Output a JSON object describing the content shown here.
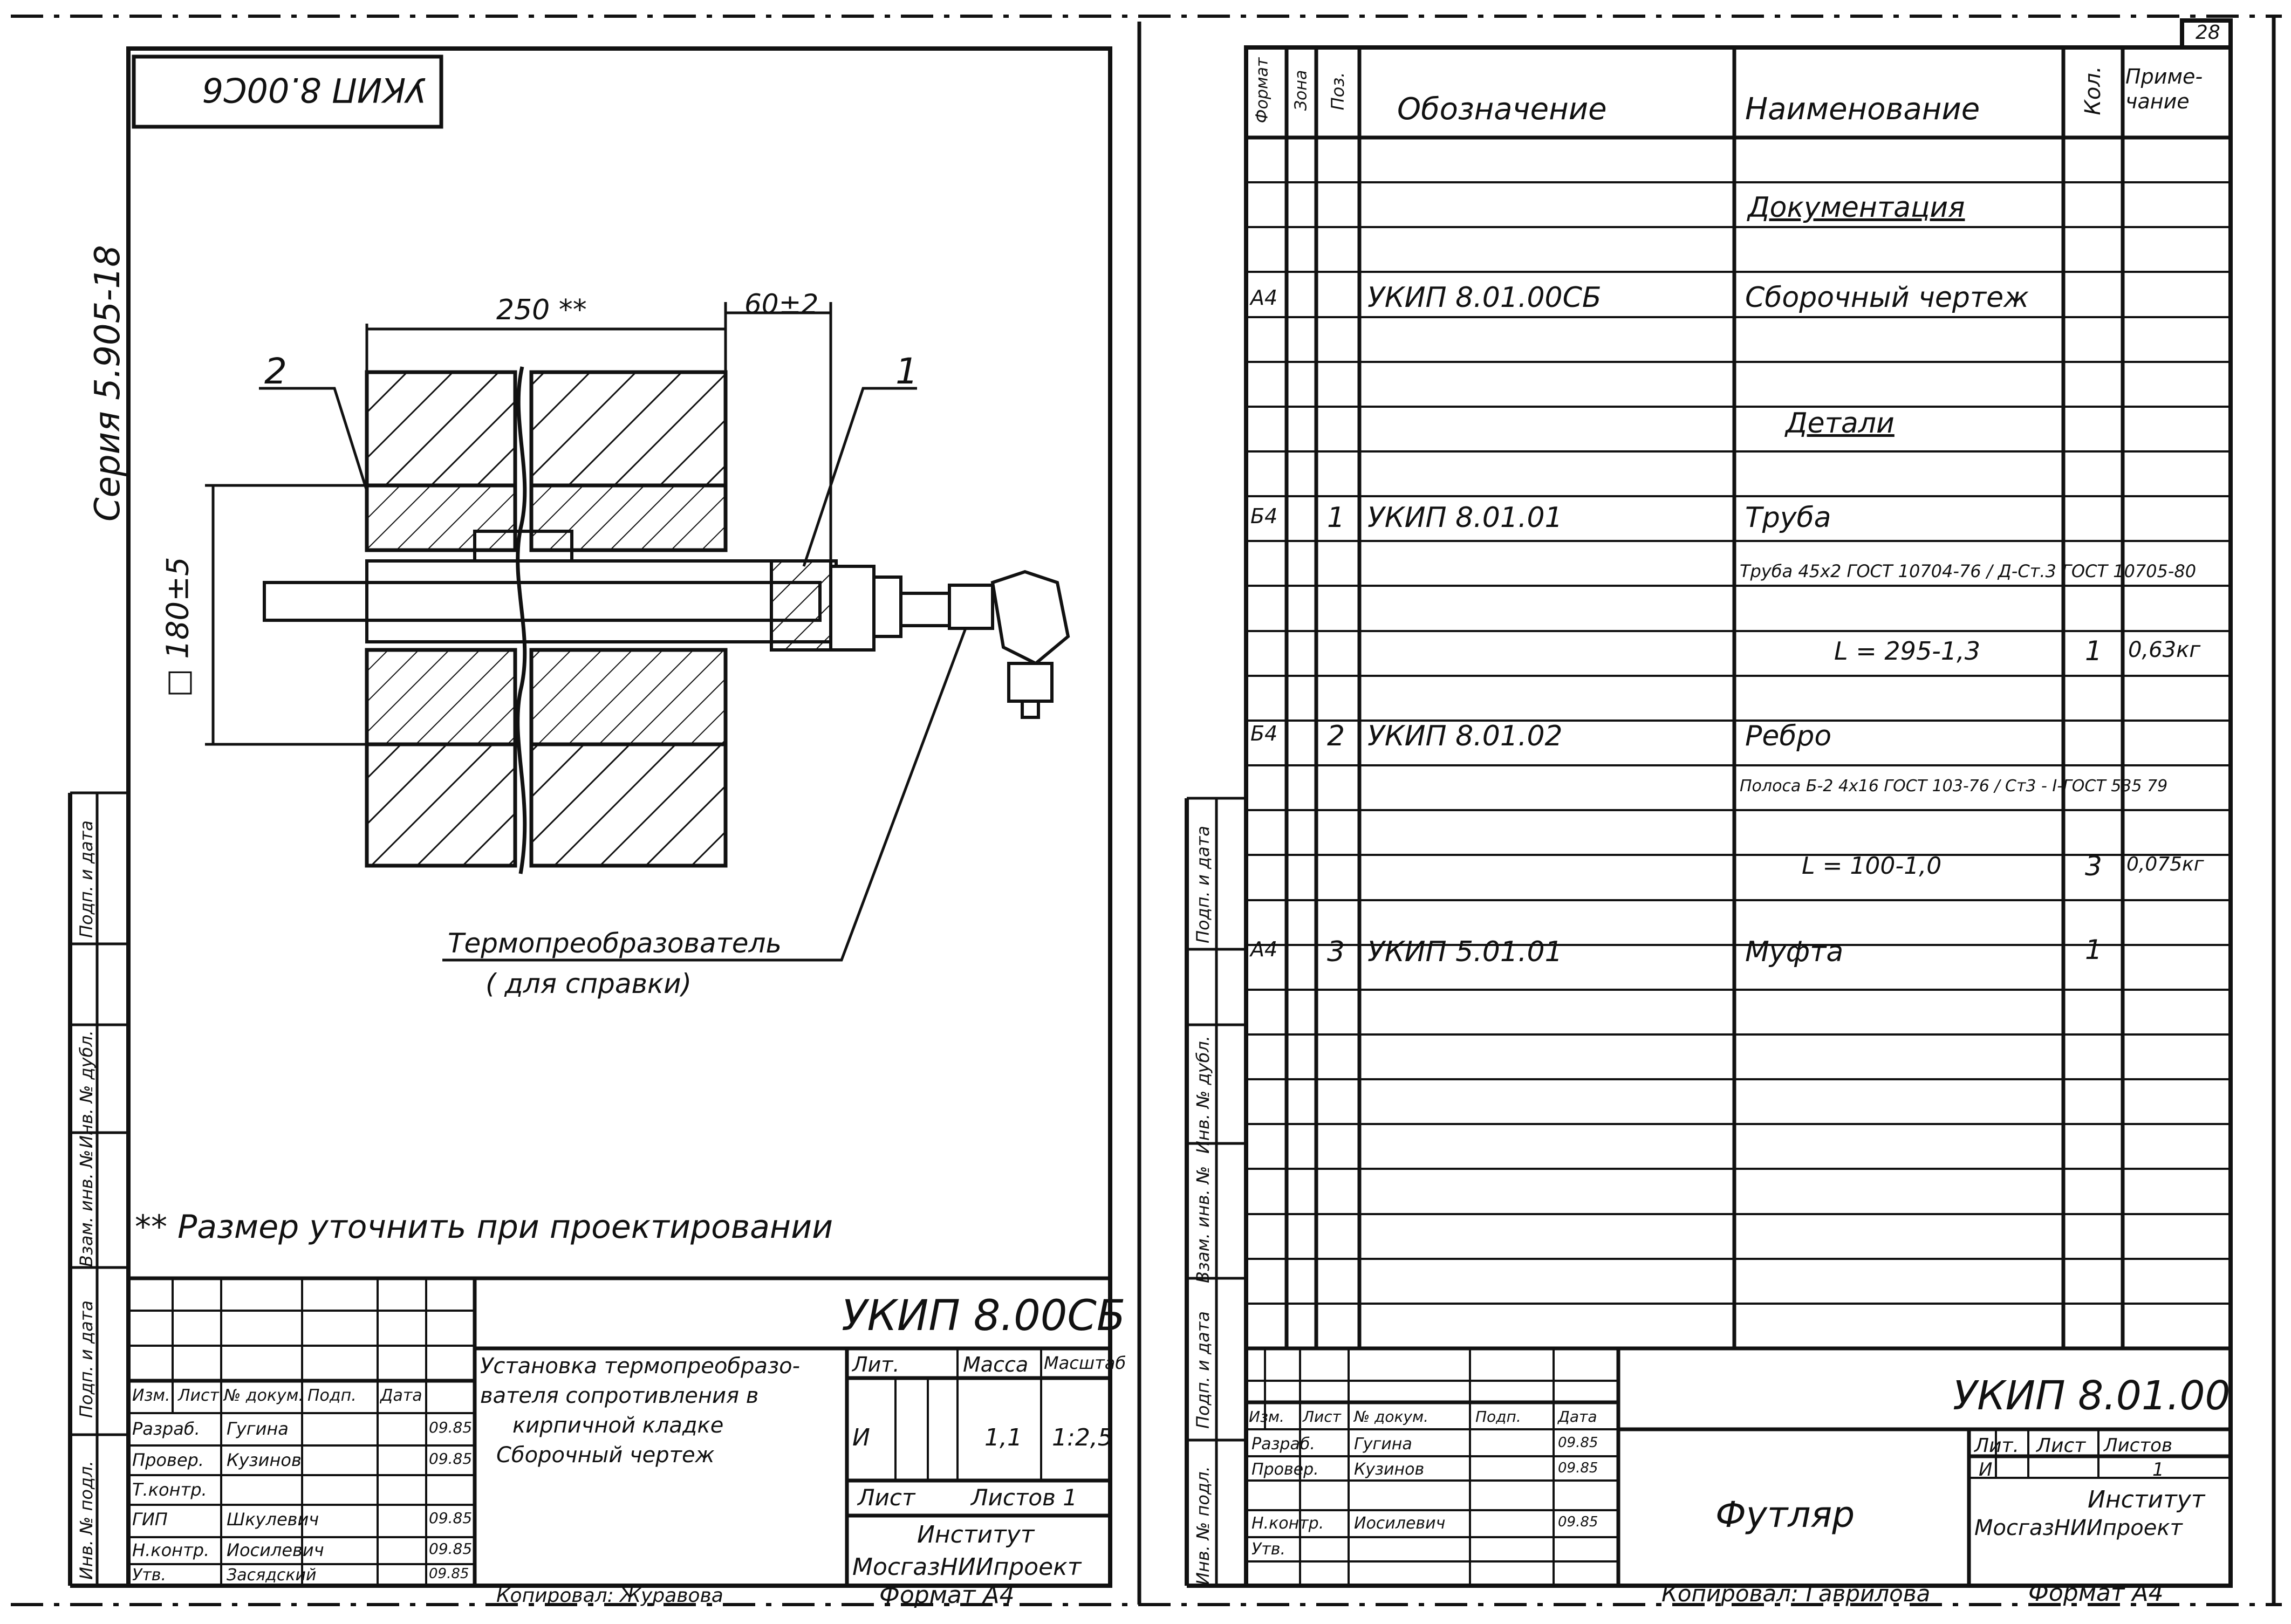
{
  "left_sheet": {
    "doc_code_stamp": "УКИП 8.00С6",
    "series_label": "Серия 5.905-18",
    "dimension_top": "250 **",
    "dimension_right": "60±2",
    "dimension_left": "□ 180±5",
    "leader_labels": [
      "2",
      "1"
    ],
    "sensor_label": "Термопреобразователь",
    "sensor_note": "( для справки)",
    "footnote": "** Размер уточнить при проектировании",
    "title_block": {
      "code": "УКИП 8.00СБ",
      "description_lines": [
        "Установка термопреобразо-",
        "вателя сопротивления в",
        "кирпичной кладке",
        "Сборочный чертеж"
      ],
      "header_cols": [
        "Изм.",
        "Лист",
        "№ докум.",
        "Подп.",
        "Дата"
      ],
      "signatures": [
        {
          "role": "Разраб.",
          "name": "Гугина",
          "date": "09.85"
        },
        {
          "role": "Провер.",
          "name": "Кузинов",
          "date": "09.85"
        },
        {
          "role": "Т.контр.",
          "name": "",
          "date": ""
        },
        {
          "role": "ГИП",
          "name": "Шкулевич",
          "date": "09.85"
        },
        {
          "role": "Н.контр.",
          "name": "Иосилевич",
          "date": "09.85"
        },
        {
          "role": "Утв.",
          "name": "Засядский",
          "date": "09.85"
        }
      ],
      "lit_label": "Лит.",
      "mass_label": "Масса",
      "scale_label": "Масштаб",
      "lit_value": "И",
      "mass_value": "1,1",
      "scale_value": "1:2,5",
      "sheet_label": "Лист",
      "sheets_label": "Листов 1",
      "org_line1": "Институт",
      "org_line2": "МосгазНИИпроект"
    },
    "copied_by": "Копировал: Журавова",
    "format": "Формат А4"
  },
  "side_strip_labels": [
    "Инв. № подл.",
    "Подп. и дата",
    "Взам. инв. №",
    "Инв. № дубл.",
    "Подп. и дата"
  ],
  "right_sheet": {
    "page_number": "28",
    "headers": [
      "Формат",
      "Зона",
      "Поз.",
      "Обозначение",
      "Наименование",
      "Кол.",
      "Приме-\nчание"
    ],
    "rows": [
      {
        "format": "",
        "pos": "",
        "code": "",
        "name": "Документация",
        "qty": "",
        "note": "",
        "section": true
      },
      {
        "format": "А4",
        "pos": "",
        "code": "УКИП 8.01.00СБ",
        "name": "Сборочный чертеж",
        "qty": "",
        "note": ""
      },
      {
        "format": "",
        "pos": "",
        "code": "",
        "name": "Детали",
        "qty": "",
        "note": "",
        "section": true
      },
      {
        "format": "Б4",
        "pos": "1",
        "code": "УКИП 8.01.01",
        "name": "Труба",
        "qty": "",
        "note": ""
      },
      {
        "format": "",
        "pos": "",
        "code": "",
        "name": "Труба 45х2 ГОСТ 10704-76 / Д-Ст.3 ГОСТ 10705-80",
        "qty": "",
        "note": ""
      },
      {
        "format": "",
        "pos": "",
        "code": "",
        "name": "L = 295-1,3",
        "qty": "1",
        "note": "0,63кг"
      },
      {
        "format": "Б4",
        "pos": "2",
        "code": "УКИП 8.01.02",
        "name": "Ребро",
        "qty": "",
        "note": ""
      },
      {
        "format": "",
        "pos": "",
        "code": "",
        "name": "Полоса Б-2 4х16 ГОСТ 103-76 / Ст3 - I-ГОСТ 535 79",
        "qty": "",
        "note": ""
      },
      {
        "format": "",
        "pos": "",
        "code": "",
        "name": "L = 100-1,0",
        "qty": "3",
        "note": "0,075кг"
      },
      {
        "format": "А4",
        "pos": "3",
        "code": "УКИП 5.01.01",
        "name": "Муфта",
        "qty": "1",
        "note": ""
      }
    ],
    "title_block": {
      "code": "УКИП 8.01.00",
      "name": "Футляр",
      "header_cols": [
        "Изм.",
        "Лист",
        "№ докум.",
        "Подп.",
        "Дата"
      ],
      "signatures": [
        {
          "role": "Разраб.",
          "name": "Гугина",
          "date": "09.85"
        },
        {
          "role": "Провер.",
          "name": "Кузинов",
          "date": "09.85"
        },
        {
          "role": "",
          "name": "",
          "date": ""
        },
        {
          "role": "Н.контр.",
          "name": "Иосилевич",
          "date": "09.85"
        },
        {
          "role": "Утв.",
          "name": "",
          "date": ""
        }
      ],
      "lit_label": "Лит.",
      "sheet_label": "Лист",
      "sheets_label": "Листов",
      "lit_value": "И",
      "sheets_value": "1",
      "org_line1": "Институт",
      "org_line2": "МосгазНИИпроект"
    },
    "copied_by": "Копировал: Гаврилова",
    "format": "Формат А4"
  }
}
